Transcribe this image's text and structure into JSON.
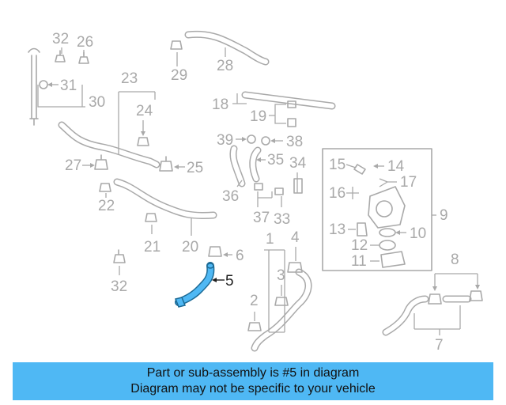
{
  "labels": {
    "l1": "1",
    "l2": "2",
    "l3": "3",
    "l4": "4",
    "l5": "5",
    "l6": "6",
    "l7": "7",
    "l8": "8",
    "l9": "9",
    "l10": "10",
    "l11": "11",
    "l12": "12",
    "l13": "13",
    "l14": "14",
    "l15": "15",
    "l16": "16",
    "l17": "17",
    "l18": "18",
    "l19": "19",
    "l20": "20",
    "l21": "21",
    "l22": "22",
    "l23": "23",
    "l24": "24",
    "l25": "25",
    "l26": "26",
    "l27": "27",
    "l28": "28",
    "l29": "29",
    "l30": "30",
    "l31": "31",
    "l32a": "32",
    "l32b": "32",
    "l33": "33",
    "l34": "34",
    "l35": "35",
    "l36": "36",
    "l37": "37",
    "l38": "38",
    "l39": "39"
  },
  "highlight": {
    "part": "5",
    "color": "#4fb8f4"
  },
  "banner": {
    "line1": "Part or sub-assembly is #5 in diagram",
    "line2": "Diagram may not be specific to your vehicle",
    "color": "#4fb8f4"
  }
}
